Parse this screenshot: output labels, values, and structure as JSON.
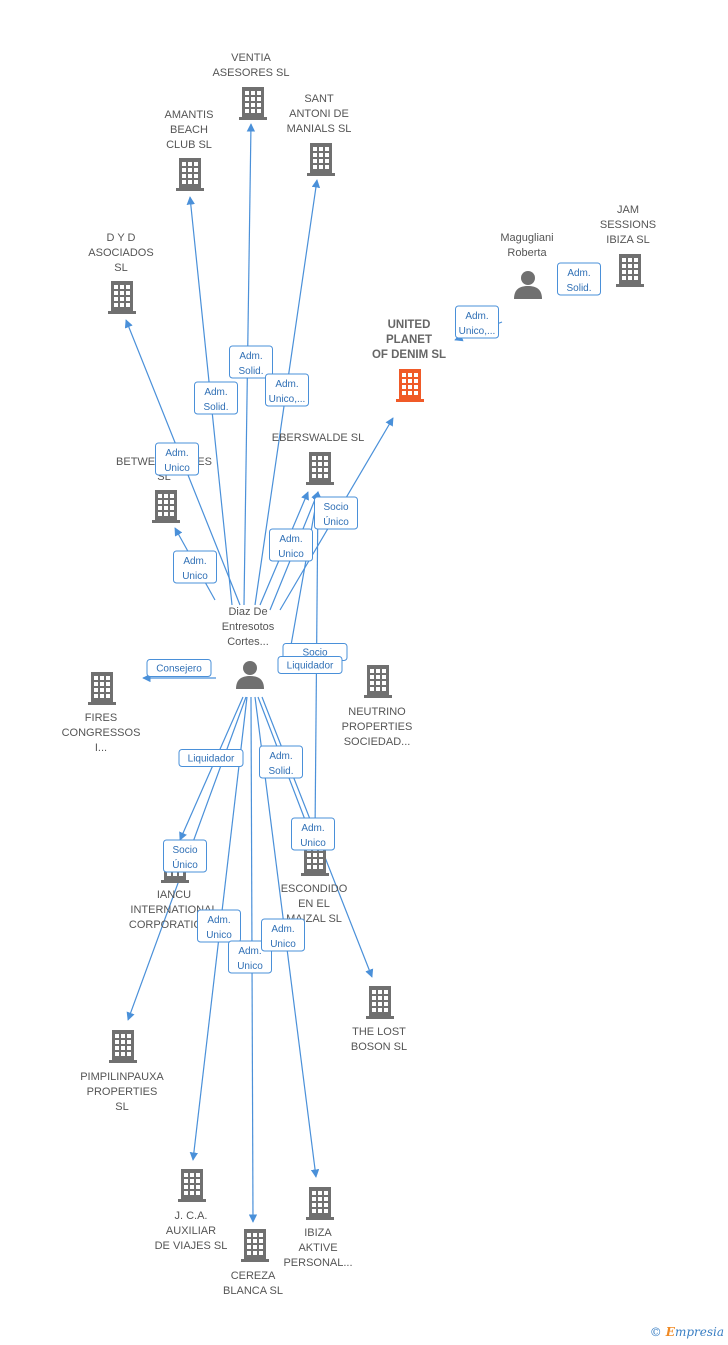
{
  "colors": {
    "edge": "#4a90d9",
    "building": "#707070",
    "highlight": "#f05a28",
    "person": "#707070"
  },
  "nodes": [
    {
      "id": "ventia",
      "lines": [
        "VENTIA",
        "ASESORES  SL"
      ],
      "icon": "building-icon"
    },
    {
      "id": "amantis",
      "lines": [
        "AMANTIS",
        "BEACH",
        "CLUB  SL"
      ],
      "icon": "building-icon"
    },
    {
      "id": "sant_antoni",
      "lines": [
        "SANT",
        "ANTONI DE",
        "MANIALS  SL"
      ],
      "icon": "building-icon"
    },
    {
      "id": "dyd",
      "lines": [
        "D Y D",
        "ASOCIADOS",
        "SL"
      ],
      "icon": "building-icon"
    },
    {
      "id": "magugliani",
      "lines": [
        "Magugliani",
        "Roberta"
      ],
      "icon": "person-icon"
    },
    {
      "id": "jam",
      "lines": [
        "JAM",
        "SESSIONS",
        "IBIZA  SL"
      ],
      "icon": "building-icon"
    },
    {
      "id": "united",
      "lines": [
        "UNITED",
        "PLANET",
        "OF DENIM  SL"
      ],
      "icon": "building-icon",
      "main": true
    },
    {
      "id": "eberswalde",
      "lines": [
        "EBERSWALDE SL"
      ],
      "icon": "building-icon"
    },
    {
      "id": "between",
      "lines": [
        "BETWEEN WAVES",
        "SL"
      ],
      "icon": "building-icon"
    },
    {
      "id": "diaz",
      "lines": [
        "Diaz De",
        "Entresotos",
        "Cortes..."
      ],
      "icon": "person-icon"
    },
    {
      "id": "fires",
      "lines": [
        "FIRES",
        "CONGRESSOS",
        "I..."
      ],
      "icon": "building-icon"
    },
    {
      "id": "neutrino",
      "lines": [
        "NEUTRINO",
        "PROPERTIES",
        "SOCIEDAD..."
      ],
      "icon": "building-icon"
    },
    {
      "id": "iancu",
      "lines": [
        "IANCU",
        "INTERNATIONAL",
        "CORPORATION..."
      ],
      "icon": "building-icon"
    },
    {
      "id": "escondido",
      "lines": [
        "ESCONDIDO",
        "EN EL",
        "MAIZAL  SL"
      ],
      "icon": "building-icon"
    },
    {
      "id": "lost_boson",
      "lines": [
        "THE LOST",
        "BOSON  SL"
      ],
      "icon": "building-icon"
    },
    {
      "id": "pimpilinpauxa",
      "lines": [
        "PIMPILINPAUXA",
        "PROPERTIES",
        "SL"
      ],
      "icon": "building-icon"
    },
    {
      "id": "jca",
      "lines": [
        "J. C.A.",
        "AUXILIAR",
        "DE VIAJES  SL"
      ],
      "icon": "building-icon"
    },
    {
      "id": "cereza",
      "lines": [
        "CEREZA",
        "BLANCA  SL"
      ],
      "icon": "building-icon"
    },
    {
      "id": "ibiza_aktive",
      "lines": [
        "IBIZA",
        "AKTIVE",
        "PERSONAL..."
      ],
      "icon": "building-icon"
    }
  ],
  "relations": [
    {
      "id": "r_dyd",
      "lines": [
        "Adm.",
        "Unico"
      ]
    },
    {
      "id": "r_amantis",
      "lines": [
        "Adm.",
        "Solid."
      ]
    },
    {
      "id": "r_ventia",
      "lines": [
        "Adm.",
        "Solid."
      ]
    },
    {
      "id": "r_sant",
      "lines": [
        "Adm.",
        "Unico,..."
      ]
    },
    {
      "id": "r_mag_united",
      "lines": [
        "Adm.",
        "Unico,..."
      ]
    },
    {
      "id": "r_mag_jam",
      "lines": [
        "Adm.",
        "Solid."
      ]
    },
    {
      "id": "r_united",
      "lines": [
        "Socio",
        "Único"
      ]
    },
    {
      "id": "r_eberswalde",
      "lines": [
        "Adm.",
        "Unico"
      ]
    },
    {
      "id": "r_between",
      "lines": [
        "Adm.",
        "Unico"
      ]
    },
    {
      "id": "r_fires",
      "lines": [
        "Consejero"
      ]
    },
    {
      "id": "r_socio_back",
      "lines": [
        "Socio"
      ]
    },
    {
      "id": "r_liq_top",
      "lines": [
        "Liquidador"
      ]
    },
    {
      "id": "r_liq_iancu",
      "lines": [
        "Liquidador"
      ]
    },
    {
      "id": "r_lost",
      "lines": [
        "Adm.",
        "Solid."
      ]
    },
    {
      "id": "r_escondido",
      "lines": [
        "Adm.",
        "Unico"
      ]
    },
    {
      "id": "r_pimpi",
      "lines": [
        "Socio",
        "Único"
      ]
    },
    {
      "id": "r_jca",
      "lines": [
        "Adm.",
        "Unico"
      ]
    },
    {
      "id": "r_cereza",
      "lines": [
        "Adm.",
        "Unico"
      ]
    },
    {
      "id": "r_ibiza",
      "lines": [
        "Adm.",
        "Unico"
      ]
    }
  ],
  "footer": {
    "copyright_symbol": "©",
    "brand_initial": "E",
    "brand_rest": "mpresia"
  }
}
